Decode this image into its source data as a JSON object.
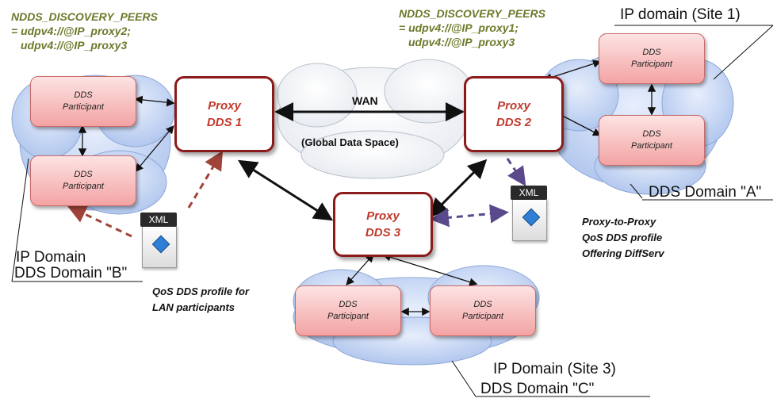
{
  "env_left": {
    "line1": "NDDS_DISCOVERY_PEERS",
    "line2": "= udpv4://@IP_proxy2;",
    "line3": "udpv4://@IP_proxy3"
  },
  "env_right": {
    "line1": "NDDS_DISCOVERY_PEERS",
    "line2": "= udpv4://@IP_proxy1;",
    "line3": "udpv4://@IP_proxy3"
  },
  "site1": {
    "ip": "IP domain (Site 1)",
    "dds": "DDS Domain \"A\""
  },
  "site2": {
    "ip": "IP Domain",
    "dds": "DDS Domain \"B\""
  },
  "site3": {
    "ip": "IP Domain (Site 3)",
    "dds": "DDS Domain \"C\""
  },
  "participant": {
    "line1": "DDS",
    "line2": "Participant"
  },
  "proxies": [
    {
      "line1": "Proxy",
      "line2": "DDS 1"
    },
    {
      "line1": "Proxy",
      "line2": "DDS 2"
    },
    {
      "line1": "Proxy",
      "line2": "DDS 3"
    }
  ],
  "wan": {
    "label": "WAN",
    "sublabel": "(Global Data Space)"
  },
  "xml_label": "XML",
  "qos_lan": {
    "line1": "QoS DDS profile for",
    "line2": "LAN participants"
  },
  "qos_proxy": {
    "line1": "Proxy-to-Proxy",
    "line2": "QoS DDS profile",
    "line3": "Offering DiffServ"
  },
  "colors": {
    "proxy_border": "#8b1a1a",
    "proxy_text": "#c0392b",
    "participant_fill": "#f3a3a3",
    "cloud_fill": "#b9cdf0",
    "env_text": "#6b7a2a",
    "xml_arrow_lan": "#a0443a",
    "xml_arrow_proxy": "#5a4a8c"
  }
}
